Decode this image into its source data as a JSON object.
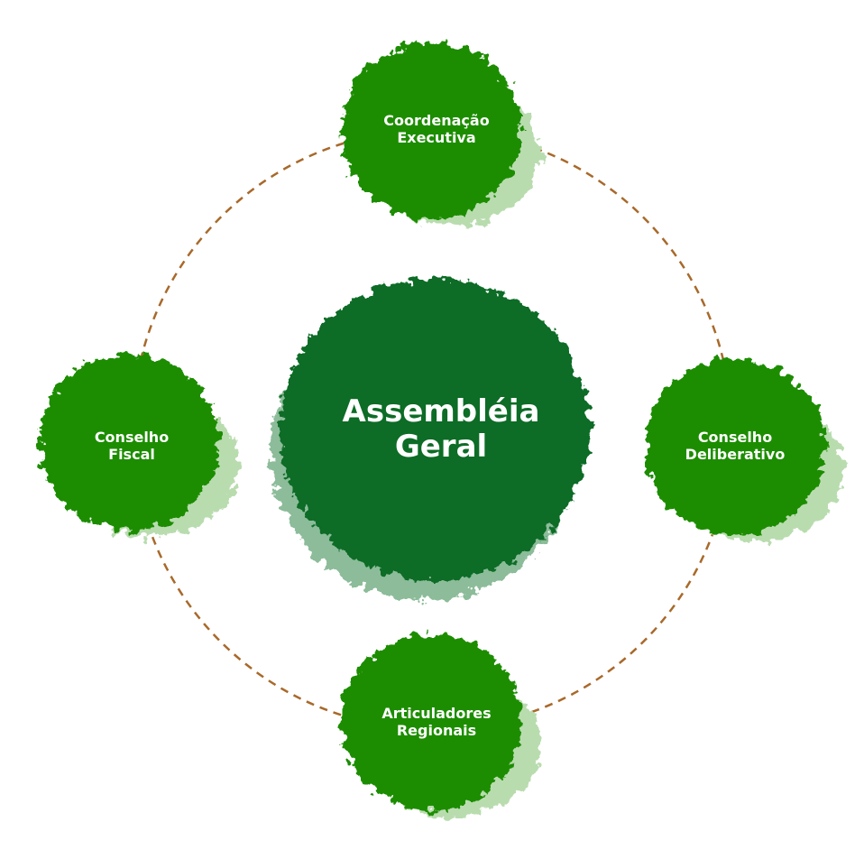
{
  "diagram": {
    "center": {
      "label_line1": "Assembléia",
      "label_line2": "Geral"
    },
    "nodes": [
      {
        "id": "top",
        "label_line1": "Coordenação",
        "label_line2": "Executiva"
      },
      {
        "id": "left",
        "label_line1": "Conselho",
        "label_line2": "Fiscal"
      },
      {
        "id": "right",
        "label_line1": "Conselho",
        "label_line2": "Deliberativo"
      },
      {
        "id": "bottom",
        "label_line1": "Articuladores",
        "label_line2": "Regionais"
      }
    ],
    "colors": {
      "node": "#1b8d00",
      "center": "#0b6c27",
      "ring": "#a8692a",
      "splash": "#b9dcaf"
    }
  }
}
